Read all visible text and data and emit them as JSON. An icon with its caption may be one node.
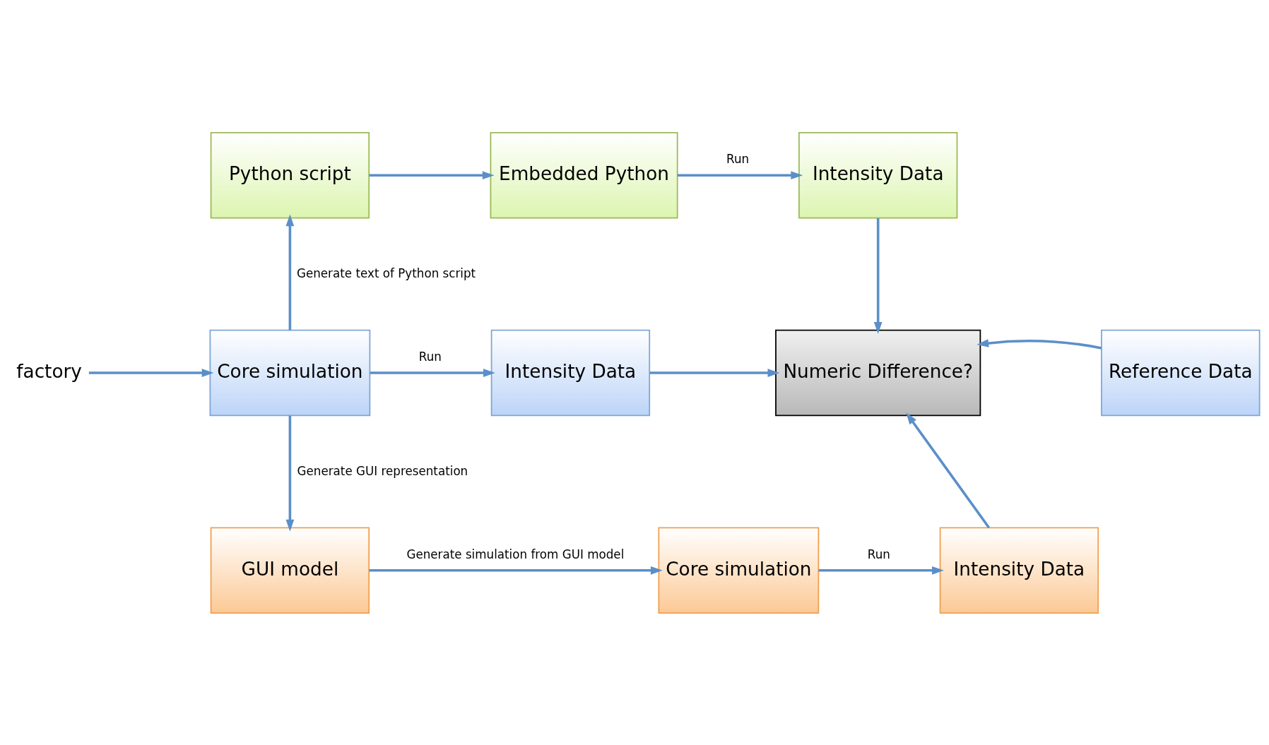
{
  "diagram": {
    "nodes": [
      {
        "text": [
          "Python script"
        ]
      },
      {
        "text": [
          "Embedded Python"
        ]
      },
      {
        "text": [
          "Intensity Data"
        ]
      },
      {
        "text": [
          "factory"
        ]
      },
      {
        "text": [
          "Core simulation"
        ]
      },
      {
        "text": [
          "Intensity Data"
        ]
      },
      {
        "text": [
          "Numeric Difference?"
        ]
      },
      {
        "text": [
          "Reference Data"
        ]
      },
      {
        "text": [
          "GUI model"
        ]
      },
      {
        "text": [
          "Core simulation"
        ]
      },
      {
        "text": [
          "Intensity Data"
        ]
      }
    ],
    "edges": [
      {
        "from": 4,
        "to": 0,
        "arrow": "to",
        "label": "Generate text of Python script"
      },
      {
        "from": 0,
        "to": 1,
        "arrow": "to"
      },
      {
        "from": 1,
        "to": 2,
        "arrow": "to",
        "label": "Run"
      },
      {
        "from": 2,
        "to": 6,
        "arrow": "to"
      },
      {
        "from": 3,
        "to": 4,
        "arrow": "to"
      },
      {
        "from": 4,
        "to": 5,
        "arrow": "to",
        "label": "Run"
      },
      {
        "from": 5,
        "to": 6,
        "arrow": "to"
      },
      {
        "from": 7,
        "to": 6,
        "arrow": "to"
      },
      {
        "from": 4,
        "to": 8,
        "arrow": "to",
        "label": "Generate GUI representation"
      },
      {
        "from": 8,
        "to": 9,
        "arrow": "to",
        "label": "Generate simulation from GUI model"
      },
      {
        "from": 9,
        "to": 10,
        "arrow": "to",
        "label": "Run"
      },
      {
        "from": 10,
        "to": 6,
        "arrow": "to"
      }
    ]
  }
}
